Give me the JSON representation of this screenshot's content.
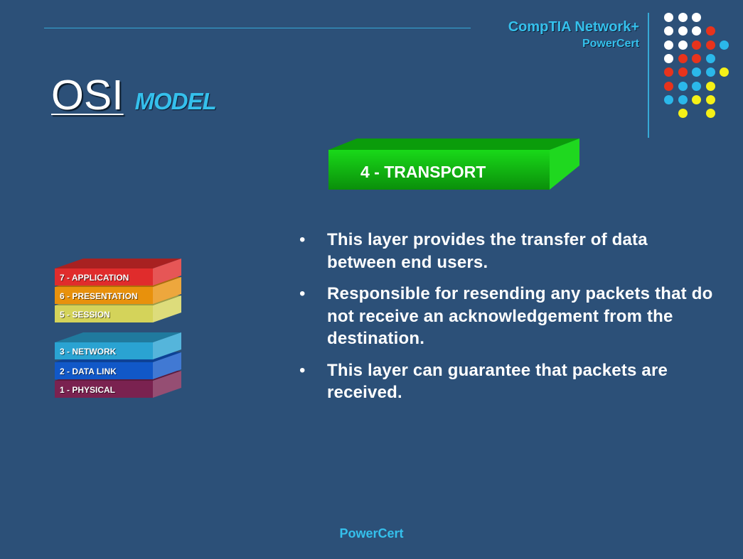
{
  "header": {
    "brand_line1": "CompTIA Network+",
    "brand_line2": "PowerCert"
  },
  "title": {
    "main": "OSI",
    "sub": "MODEL"
  },
  "current_layer": {
    "label": "4 - TRANSPORT",
    "color": "#11c611"
  },
  "stack": [
    {
      "label": "7 - APPLICATION",
      "color": "#e02c2c"
    },
    {
      "label": "6 - PRESENTATION",
      "color": "#e8910c"
    },
    {
      "label": "5 - SESSION",
      "color": "#d4d35a"
    },
    {
      "label": "3 - NETWORK",
      "color": "#2aa3d2"
    },
    {
      "label": "2 - DATA LINK",
      "color": "#1158c8"
    },
    {
      "label": "1 - PHYSICAL",
      "color": "#7a2250"
    }
  ],
  "bullets": [
    "This layer provides the transfer of data between end users.",
    "Responsible for resending any packets that do not receive an acknowledgement from the destination.",
    "This layer can guarantee that packets are received."
  ],
  "bullet_symbol": "•",
  "footer": "PowerCert",
  "colors": {
    "background": "#2c5078",
    "accent": "#35c0ec",
    "dot_white": "#ffffff",
    "dot_red": "#e8331c",
    "dot_cyan": "#2bb8ea",
    "dot_yellow": "#f5f017"
  }
}
